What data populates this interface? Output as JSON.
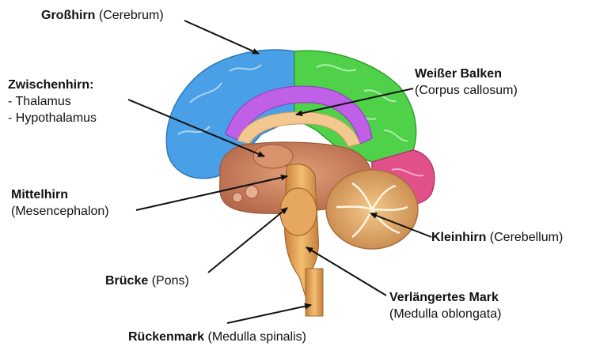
{
  "labels": {
    "cerebrum": {
      "bold": "Großhirn",
      "normal": "(Cerebrum)"
    },
    "diencephalon": {
      "bold": "Zwischenhirn:",
      "line2": "- Thalamus",
      "line3": "- Hypothalamus"
    },
    "corpus_callosum": {
      "bold": "Weißer Balken",
      "line2": "(Corpus callosum)"
    },
    "midbrain": {
      "bold": "Mittelhirn",
      "line2": "(Mesencephalon)"
    },
    "cerebellum": {
      "bold": "Kleinhirn",
      "normal": "(Cerebellum)"
    },
    "pons": {
      "bold": "Brücke",
      "normal": "(Pons)"
    },
    "medulla": {
      "bold": "Verlängertes Mark",
      "line2": "(Medulla oblongata)"
    },
    "spinal_cord": {
      "bold": "Rückenmark",
      "normal": "(Medulla spinalis)"
    }
  },
  "colors": {
    "frontal_lobe": "#4aa0e6",
    "parietal_lobe": "#4fd24a",
    "cingulate": "#c060e8",
    "occipital": "#e2508a",
    "inner_tissue": "#c9825c",
    "cerebellum": "#d9a060",
    "stem": "#e0a050",
    "corpus_callosum": "#f0c890"
  }
}
